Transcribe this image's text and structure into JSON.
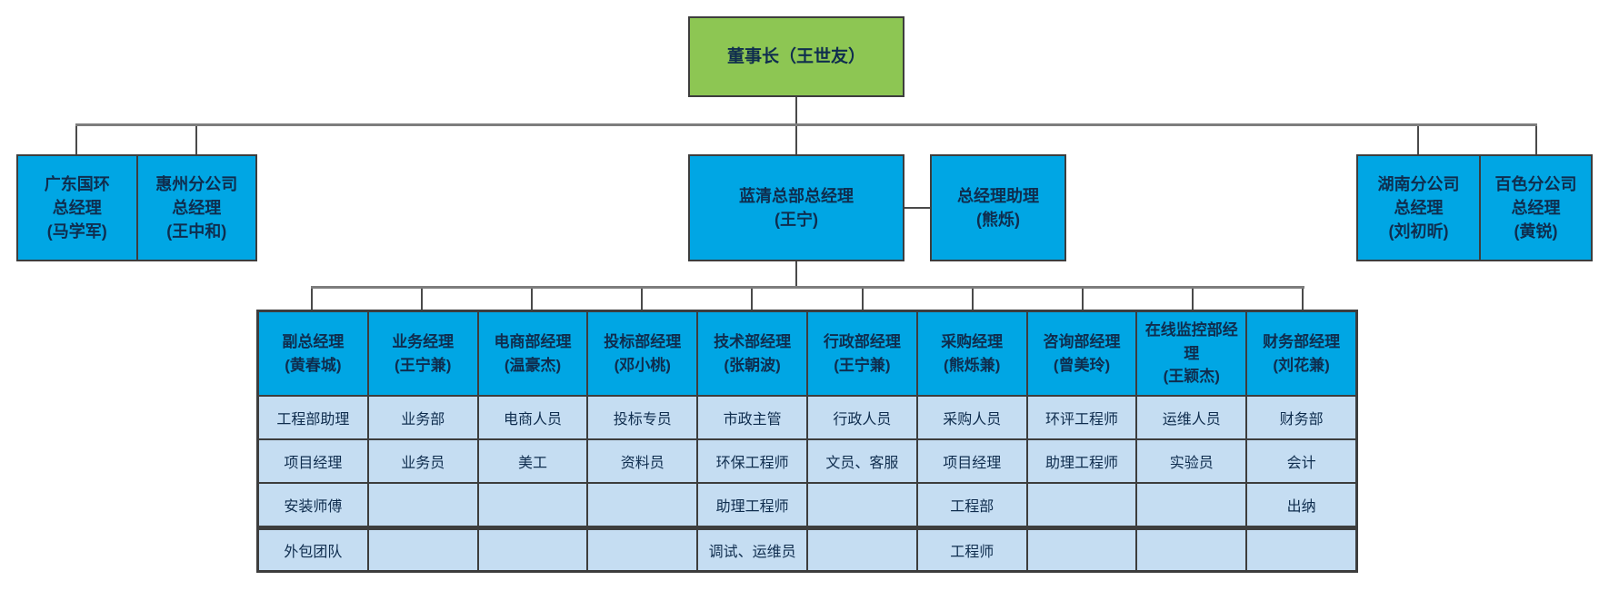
{
  "chairman": {
    "label": "董事长（王世友）"
  },
  "level2": {
    "guangdong": {
      "lines": [
        "广东国环",
        "总经理",
        "(马学军)"
      ]
    },
    "huizhou": {
      "lines": [
        "惠州分公司",
        "总经理",
        "(王中和)"
      ]
    },
    "hq": {
      "lines": [
        "蓝清总部总经理",
        "(王宁)"
      ]
    },
    "assistant": {
      "lines": [
        "总经理助理",
        "(熊烁)"
      ]
    },
    "hunan": {
      "lines": [
        "湖南分公司",
        "总经理",
        "(刘初昕)"
      ]
    },
    "baise": {
      "lines": [
        "百色分公司",
        "总经理",
        "(黄锐)"
      ]
    }
  },
  "departments": [
    {
      "manager": [
        "副总经理",
        "(黄春城)"
      ],
      "staff": [
        "工程部助理",
        "项目经理",
        "安装师傅",
        "外包团队"
      ]
    },
    {
      "manager": [
        "业务经理",
        "(王宁兼)"
      ],
      "staff": [
        "业务部",
        "业务员",
        "",
        ""
      ]
    },
    {
      "manager": [
        "电商部经理",
        "(温豪杰)"
      ],
      "staff": [
        "电商人员",
        "美工",
        "",
        ""
      ]
    },
    {
      "manager": [
        "投标部经理",
        "(邓小桃)"
      ],
      "staff": [
        "投标专员",
        "资料员",
        "",
        ""
      ]
    },
    {
      "manager": [
        "技术部经理",
        "(张朝波)"
      ],
      "staff": [
        "市政主管",
        "环保工程师",
        "助理工程师",
        "调试、运维员"
      ]
    },
    {
      "manager": [
        "行政部经理",
        "(王宁兼)"
      ],
      "staff": [
        "行政人员",
        "文员、客服",
        "",
        ""
      ]
    },
    {
      "manager": [
        "采购经理",
        "(熊烁兼)"
      ],
      "staff": [
        "采购人员",
        "项目经理",
        "工程部",
        "工程师"
      ]
    },
    {
      "manager": [
        "咨询部经理",
        "(曾美玲)"
      ],
      "staff": [
        "环评工程师",
        "助理工程师",
        "",
        ""
      ]
    },
    {
      "manager": [
        "在线监控部经理",
        "(王颖杰)"
      ],
      "staff": [
        "运维人员",
        "实验员",
        "",
        ""
      ]
    },
    {
      "manager": [
        "财务部经理",
        "(刘花兼)"
      ],
      "staff": [
        "财务部",
        "会计",
        "出纳",
        ""
      ]
    }
  ],
  "colors": {
    "chairman_fill": "#8DC653",
    "box_fill": "#00A6E4",
    "staff_fill": "#C5DDF2",
    "border": "#3d3d3d",
    "line_gray": "#7D7D7D",
    "line_dark": "#4A4A4A",
    "text": "#0F2D4E"
  }
}
